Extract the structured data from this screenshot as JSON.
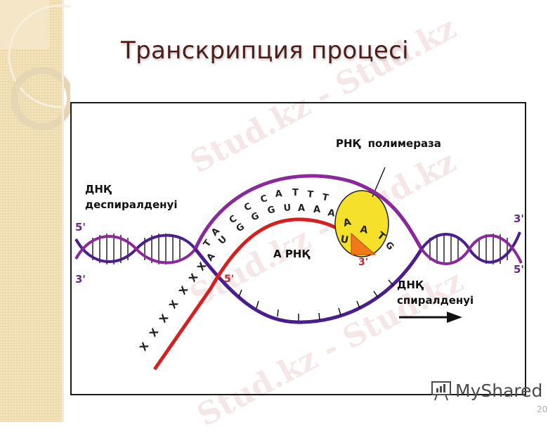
{
  "slide": {
    "title": "Транскрипция процесі",
    "page_number": "20",
    "logo_text": "MyShared",
    "watermark_text": "Stud.kz - Stud.kz"
  },
  "diagram": {
    "labels": {
      "dna_unwinding_line1": "ДНҚ",
      "dna_unwinding_line2": "деспиралденуі",
      "rna_polymerase": "РНҚ  полимераза",
      "mrna": "А РНҚ",
      "dna_rewinding_line1": "ДНҚ",
      "dna_rewinding_line2": "спиралденуі"
    },
    "strand_ends": {
      "left_top": "5'",
      "left_bottom": "3'",
      "right_top": "3'",
      "right_bottom": "5'",
      "rna_start": "5'",
      "rna_end": "3'"
    },
    "template_strand_bases": [
      "T",
      "A",
      "C",
      "C",
      "C",
      "A",
      "T",
      "T",
      "T",
      "A",
      "A",
      "T",
      "G"
    ],
    "rna_bases": [
      "A",
      "U",
      "G",
      "G",
      "G",
      "U",
      "A",
      "A",
      "A",
      "U"
    ],
    "colors": {
      "dna_strand_top": "#8a2a9a",
      "dna_strand_bottom": "#4a1e8c",
      "rna_strand": "#d42020",
      "polymerase_fill": "#f5e12a",
      "arrow_fill": "#f07a18"
    }
  }
}
